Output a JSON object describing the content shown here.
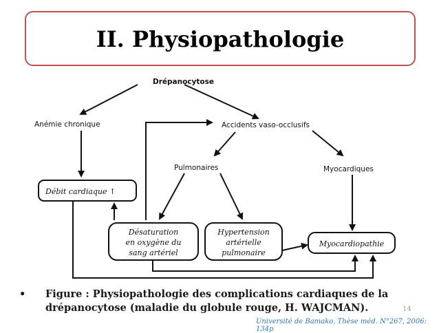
{
  "slide": {
    "title": "II. Physiopathologie",
    "caption": "Figure  : Physiopathologie des complications cardiaques de la drépanocytose (maladie du globule rouge, H. WAJCMAN).",
    "bullet": "•",
    "page_number": "14",
    "source": "Université de Bamako, Thèse méd. N°267, 2006: 134p"
  },
  "diagram": {
    "nodes": {
      "drepanocytose": "Drépanocytose",
      "anemie": "Anémie chronique",
      "accidents": "Accidents vaso-occlusifs",
      "pulmonaires": "Pulmonaires",
      "myocardiques": "Myocardiques",
      "debit": "Débit cardiaque ↑",
      "desaturation": [
        "Désaturation",
        "en oxygène du",
        "sang artériel"
      ],
      "hypertension": [
        "Hypertension",
        "artérielle",
        "pulmonaire"
      ],
      "myocardiopathie": "Myocardiopathie"
    }
  }
}
